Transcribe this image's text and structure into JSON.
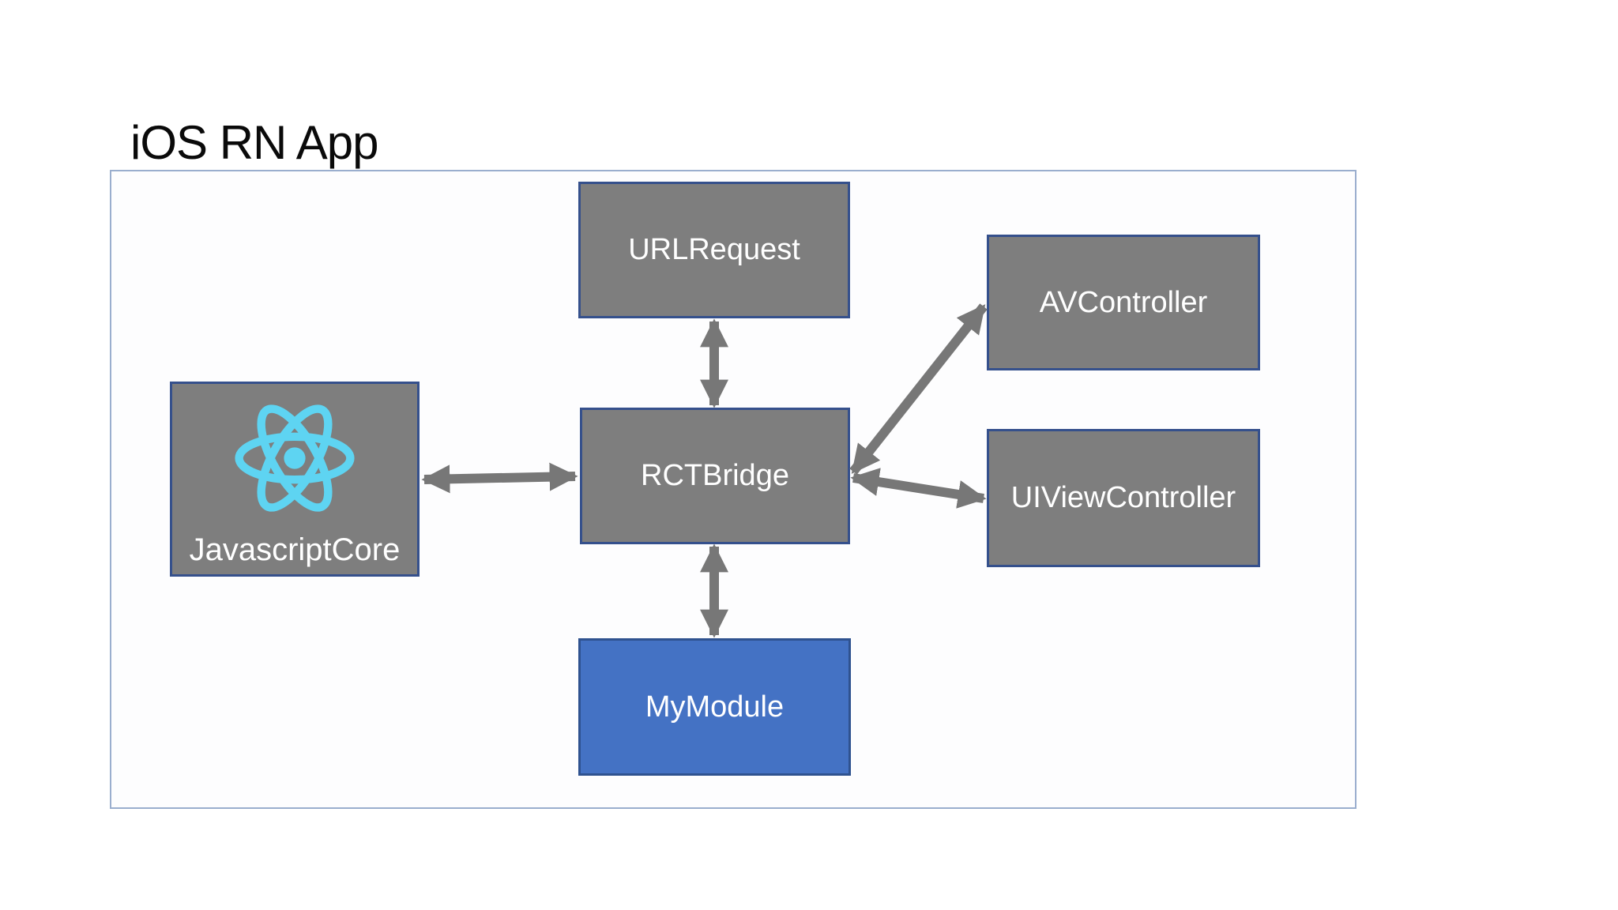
{
  "title": "iOS RN App",
  "diagram": {
    "type": "architecture-diagram",
    "nodes": {
      "javascriptcore": {
        "label": "JavascriptCore",
        "fill": "gray",
        "icon": "react-logo"
      },
      "urlrequest": {
        "label": "URLRequest",
        "fill": "gray"
      },
      "rctbridge": {
        "label": "RCTBridge",
        "fill": "gray"
      },
      "avcontroller": {
        "label": "AVController",
        "fill": "gray"
      },
      "uiviewcontroller": {
        "label": "UIViewController",
        "fill": "gray"
      },
      "mymodule": {
        "label": "MyModule",
        "fill": "blue"
      }
    },
    "edges": [
      {
        "from": "JavascriptCore",
        "to": "RCTBridge",
        "direction": "bidirectional"
      },
      {
        "from": "URLRequest",
        "to": "RCTBridge",
        "direction": "bidirectional"
      },
      {
        "from": "RCTBridge",
        "to": "MyModule",
        "direction": "bidirectional"
      },
      {
        "from": "RCTBridge",
        "to": "AVController",
        "direction": "bidirectional"
      },
      {
        "from": "RCTBridge",
        "to": "UIViewController",
        "direction": "bidirectional"
      }
    ]
  },
  "colors": {
    "node_gray_fill": "#7E7E7E",
    "node_border_navy": "#35508C",
    "node_blue_fill": "#4472C4",
    "node_blue_border": "#2F528F",
    "arrow_gray": "#777777",
    "react_cyan": "#5ED4F2",
    "container_border": "#9AAECE",
    "title_color": "#0A0A0A",
    "label_color": "#FFFFFF"
  }
}
